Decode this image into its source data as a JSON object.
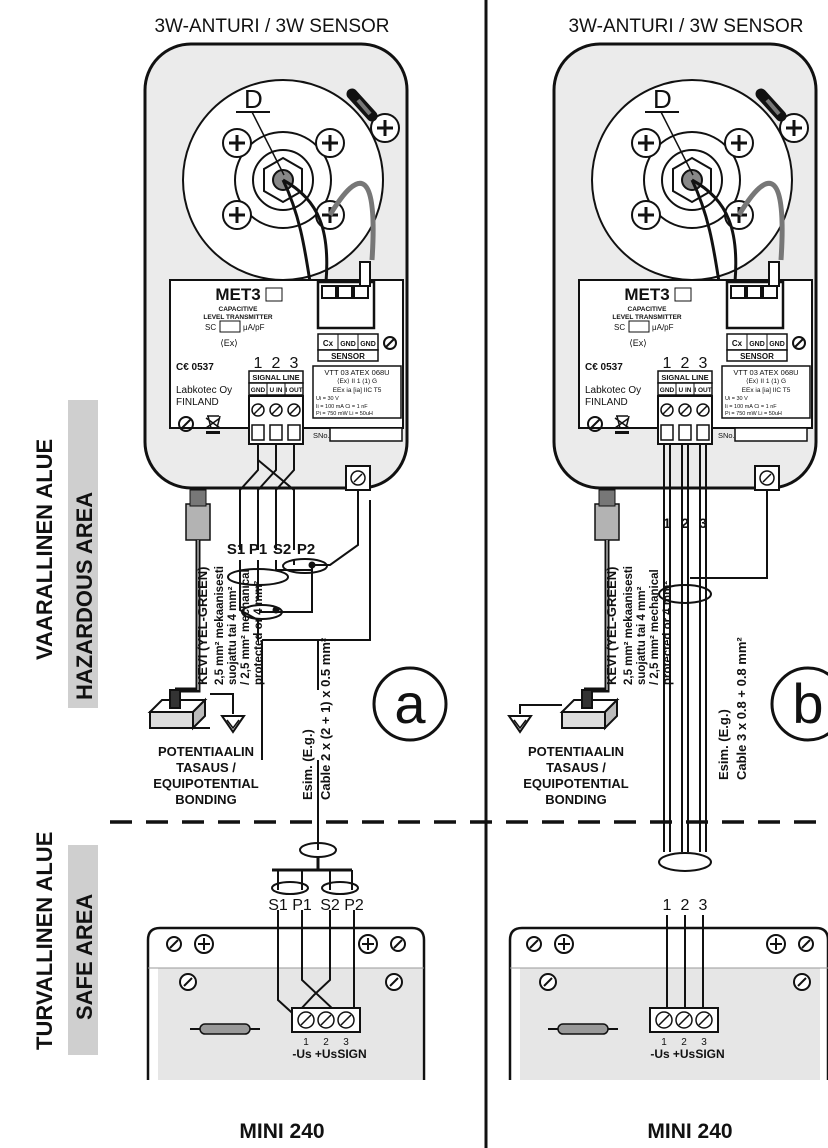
{
  "zones": {
    "hazardous_fi": "VAARALLINEN ALUE",
    "hazardous_en": "HAZARDOUS AREA",
    "safe_fi": "TURVALLINEN ALUE",
    "safe_en": "SAFE AREA"
  },
  "panels": [
    {
      "sensor_title": "3W-ANTURI / 3W SENSOR",
      "detail_label": "D",
      "variant_label": "a",
      "cable_label_1": "Esim. (E.g.)",
      "cable_label_2": "Cable 2 x (2 + 1) x 0.5 mm²",
      "wires_top": [
        "S1",
        "P1",
        "S2",
        "P2"
      ],
      "wires_bottom": [
        "S1",
        "P1",
        "S2",
        "P2"
      ],
      "unit_name": "MINI 240"
    },
    {
      "sensor_title": "3W-ANTURI / 3W SENSOR",
      "detail_label": "D",
      "variant_label": "b",
      "cable_label_1": "Esim. (E.g.)",
      "cable_label_2": "Cable 3 x 0.8 + 0.8 mm²",
      "wires_top": [
        "1",
        "2",
        "3"
      ],
      "wires_bottom": [
        "1",
        "2",
        "3"
      ],
      "unit_name": "MINI 240"
    }
  ],
  "transmitter": {
    "model": "MET3",
    "line1": "CAPACITIVE",
    "line2": "LEVEL TRANSMITTER",
    "sc": "SC",
    "sc_unit": "μA/pF",
    "ce": "C€ 0537",
    "maker1": "Labkotec Oy",
    "maker2": "FINLAND",
    "terminal_numbers": [
      "1",
      "2",
      "3"
    ],
    "signal_line": "SIGNAL LINE",
    "signal_terms": [
      "GND",
      "U IN",
      "I OUT"
    ],
    "sensor_terms": [
      "Cx",
      "GND",
      "GND"
    ],
    "sensor_label": "SENSOR",
    "cert": [
      "VTT 03 ATEX 068U",
      "⟨Ex⟩ II 1 (1) G",
      "EEx ia [ia] IIC T5",
      "Ui = 30 V",
      "Ii = 100 mA   Ci = 1 nF",
      "Pi = 750 mW   Li = 50uH"
    ],
    "sno": "SNo."
  },
  "ground": {
    "kevi": "KEVI (YEL-GREEN)",
    "note1": "2,5 mm² mekaanisesti",
    "note2": "suojattu tai 4 mm²",
    "note3": "/ 2,5 mm² mechanical",
    "note4": "protected or 4 mm²",
    "bond1": "POTENTIAALIN",
    "bond2": "TASAUS /",
    "bond3": "EQUIPOTENTIAL",
    "bond4": "BONDING"
  },
  "receiver": {
    "term_numbers": [
      "1",
      "2",
      "3"
    ],
    "term_labels": [
      "-Us",
      "+Us",
      "SIGN"
    ]
  }
}
